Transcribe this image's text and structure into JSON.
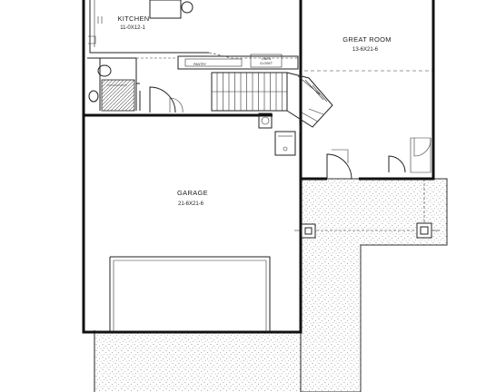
{
  "rooms": {
    "kitchen": {
      "name": "KITCHEN",
      "dims": "11-0X12-1"
    },
    "great_room": {
      "name": "GREAT ROOM",
      "dims": "13-6X21-6"
    },
    "garage": {
      "name": "GARAGE",
      "dims": "21-6X21-6"
    }
  },
  "small_labels": {
    "pantry": "PANTRY",
    "linen": "LINEN",
    "closet": "CLOSET"
  },
  "colors": {
    "wall": "#111111",
    "line": "#222222",
    "paper": "#ffffff",
    "stipple": "#8a8a8a"
  }
}
